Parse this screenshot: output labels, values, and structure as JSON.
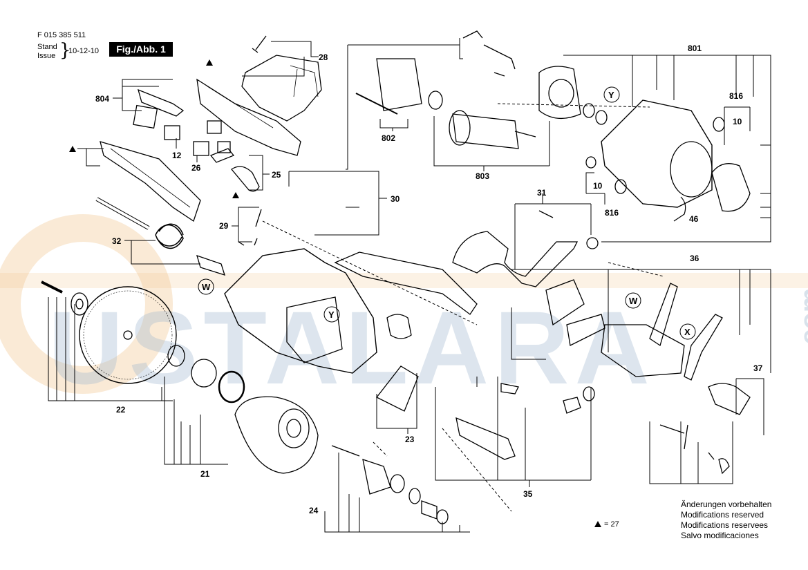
{
  "header": {
    "part_number": "F 015 385 511",
    "stand_label": "Stand",
    "issue_label": "Issue",
    "date": "10-12-10",
    "figure_label": "Fig./Abb. 1"
  },
  "watermark": {
    "text": "USTALARA",
    "suffix": ".com",
    "color": "#9fb7cf",
    "accent_color": "#f2c48a"
  },
  "callouts": [
    "Y",
    "Y",
    "W",
    "W",
    "X"
  ],
  "part_numbers": [
    "28",
    "804",
    "12",
    "26",
    "25",
    "32",
    "29",
    "22",
    "21",
    "23",
    "24",
    "30",
    "802",
    "803",
    "31",
    "801",
    "816",
    "10",
    "10",
    "816",
    "46",
    "36",
    "37",
    "35"
  ],
  "triangle_note": "= 27",
  "notes": [
    "Änderungen vorbehalten",
    "Modifications reserved",
    "Modifications reservees",
    "Salvo modificaciones"
  ]
}
